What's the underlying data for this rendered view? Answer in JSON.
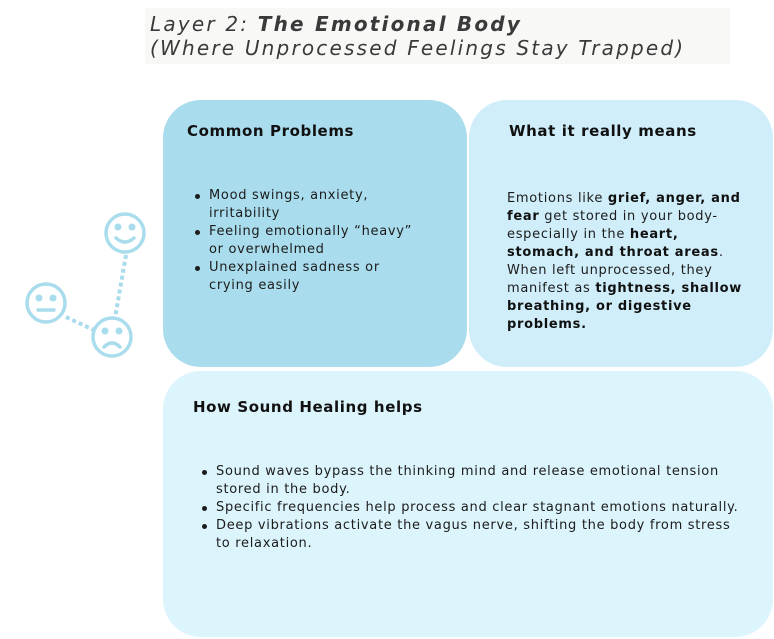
{
  "header": {
    "title_prefix": "Layer 2: ",
    "title_bold": "The Emotional Body",
    "subtitle": "(Where Unprocessed Feelings Stay Trapped)"
  },
  "common_problems": {
    "heading": "Common Problems",
    "items": [
      "Mood swings, anxiety, irritability",
      " Feeling emotionally “heavy” or overwhelmed",
      " Unexplained sadness or crying easily"
    ]
  },
  "what_it_means": {
    "heading": "What it really means",
    "segments": [
      {
        "text": "Emotions like ",
        "bold": false
      },
      {
        "text": "grief, anger, and fear",
        "bold": true
      },
      {
        "text": " get stored in your body-especially in the ",
        "bold": false
      },
      {
        "text": "heart, stomach, and throat areas",
        "bold": true
      },
      {
        "text": ". When left unprocessed, they manifest as ",
        "bold": false
      },
      {
        "text": "tightness, shallow breathing, or digestive problems.",
        "bold": true
      }
    ]
  },
  "sound_healing": {
    "heading": "How Sound Healing helps",
    "items": [
      "Sound waves bypass the thinking mind and release emotional tension stored in the body.",
      "Specific frequencies help process and clear stagnant emotions naturally.",
      "Deep vibrations activate the vagus nerve, shifting the body from stress to relaxation."
    ]
  },
  "decoration": {
    "face_color": "#a9dcec",
    "faces": [
      "happy-face-icon",
      "neutral-face-icon",
      "sad-face-icon"
    ]
  }
}
